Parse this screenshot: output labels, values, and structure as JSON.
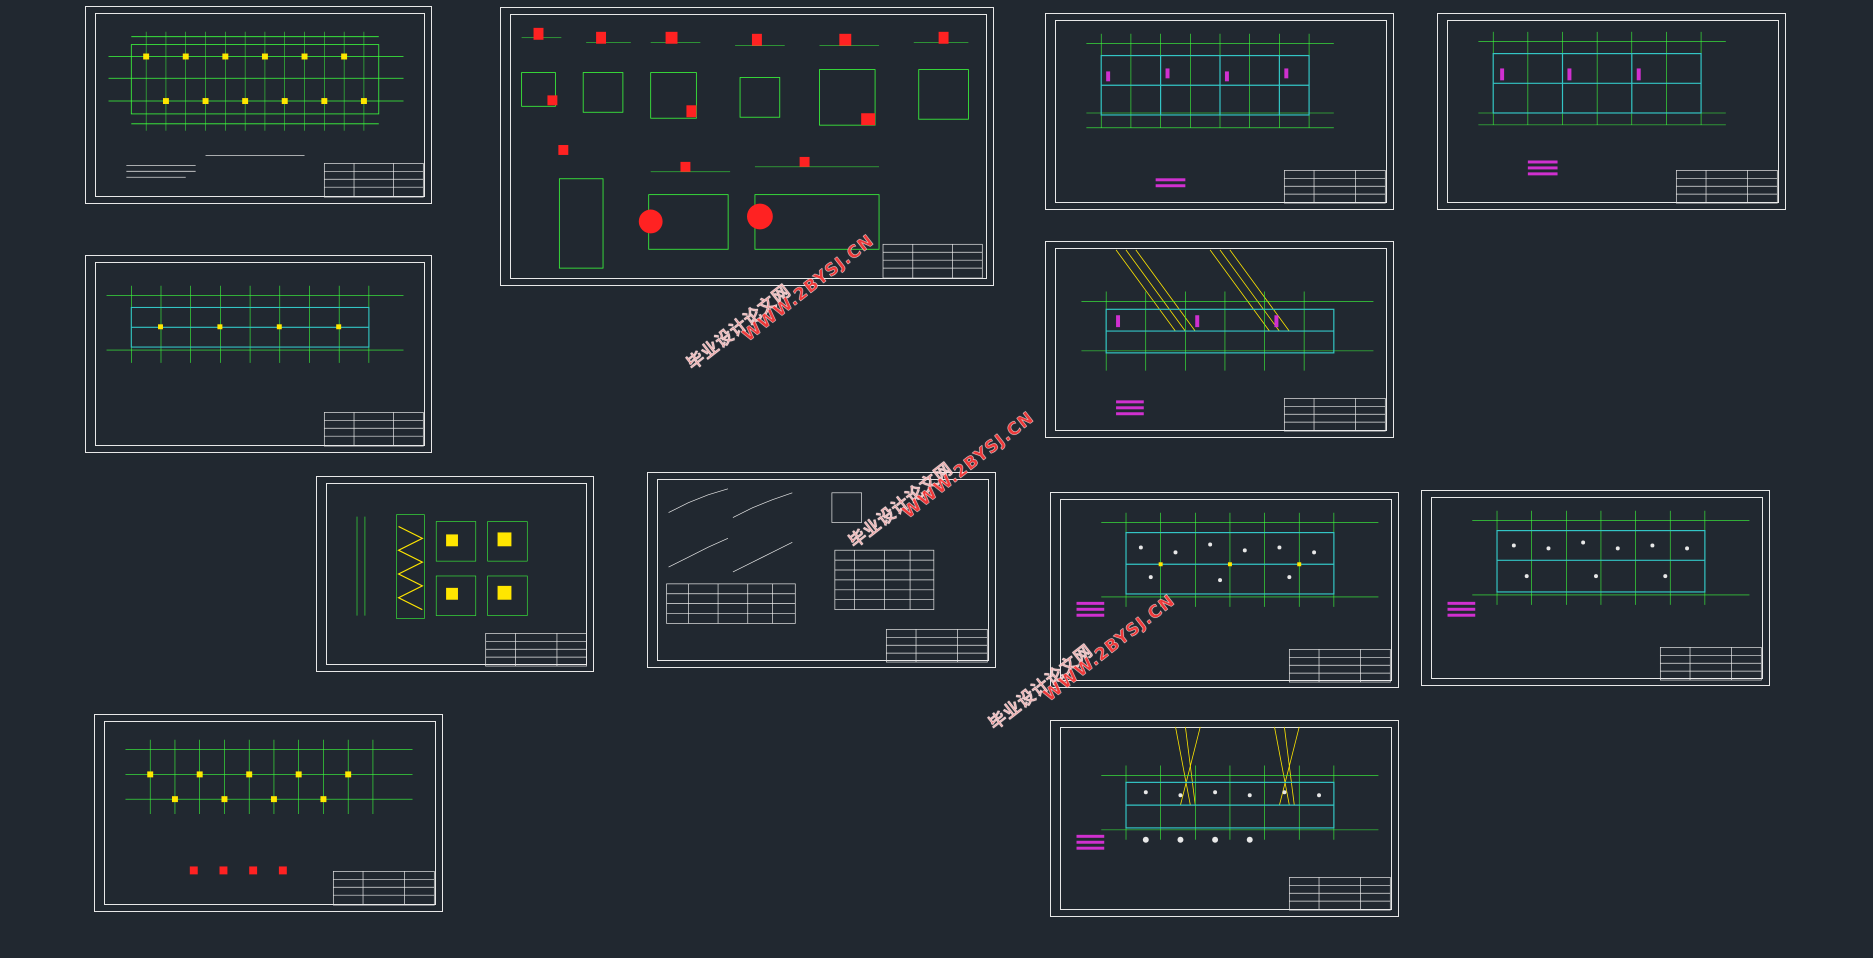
{
  "viewport": {
    "background": "#212830"
  },
  "colors": {
    "grid": "#3cff3c",
    "structure": "#33c5c5",
    "frame": "#e8e8e8",
    "accent_yellow": "#ffe600",
    "accent_red": "#ff2222",
    "accent_magenta": "#d030d0",
    "watermark": "#ff3b3b"
  },
  "watermark": {
    "brand": "毕业设计论文网",
    "url": "WWW.2BYSJ.CN"
  },
  "sheets": [
    {
      "id": "sheet-1",
      "kind": "plan-columns"
    },
    {
      "id": "sheet-2",
      "kind": "foundation-details"
    },
    {
      "id": "sheet-3",
      "kind": "plan-slab"
    },
    {
      "id": "sheet-4",
      "kind": "plan-slab"
    },
    {
      "id": "sheet-5",
      "kind": "plan-beams"
    },
    {
      "id": "sheet-6",
      "kind": "plan-stair"
    },
    {
      "id": "sheet-7",
      "kind": "plan-elevation"
    },
    {
      "id": "sheet-8",
      "kind": "stair-details"
    },
    {
      "id": "sheet-9",
      "kind": "plan-rebar"
    },
    {
      "id": "sheet-10",
      "kind": "plan-rebar"
    },
    {
      "id": "sheet-11",
      "kind": "plan-columns"
    },
    {
      "id": "sheet-12",
      "kind": "plan-rebar-stair"
    }
  ]
}
